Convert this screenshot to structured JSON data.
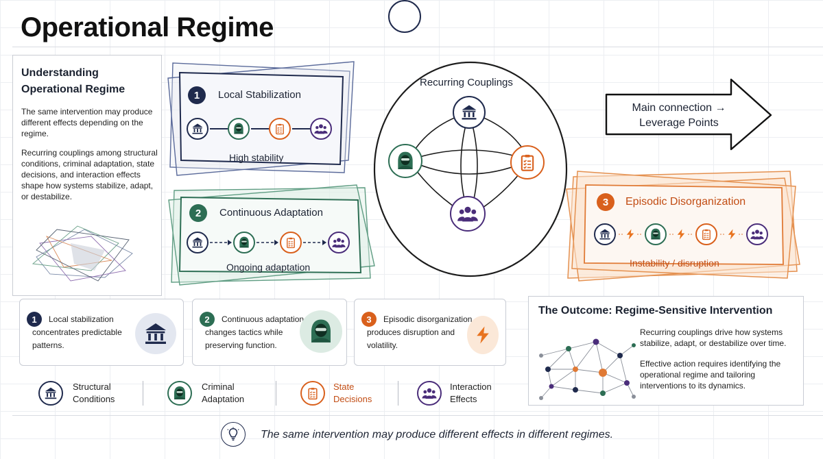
{
  "title": "Operational Regime",
  "info_panel": {
    "heading": "Understanding Operational Regime",
    "para1": "The same intervention may produce different effects depending on the regime.",
    "para2": "Recurring couplings among structural conditions, criminal adaptation, state decisions, and interaction effects shape how systems stabilize, adapt, or destabilize."
  },
  "regimes": [
    {
      "number": "1",
      "title": "Local Stabilization",
      "caption": "High stability",
      "color": "#1f2a4d"
    },
    {
      "number": "2",
      "title": "Continuous Adaptation",
      "caption": "Ongoing adaptation",
      "color": "#2d6e54"
    },
    {
      "number": "3",
      "title": "Episodic Disorganization",
      "caption": "Instability / disruption",
      "color": "#d9601c"
    }
  ],
  "couplings": {
    "title": "Recurring Couplings"
  },
  "arrow": {
    "label": "Main connection → Leverage Points"
  },
  "summary_cards": [
    {
      "number": "1",
      "text": "Local stabilization concentrates predictable patterns.",
      "icon": "bank-icon"
    },
    {
      "number": "2",
      "text": "Continuous adaptation changes tactics while preserving function.",
      "icon": "hooded-figure-icon"
    },
    {
      "number": "3",
      "text": "Episodic disorganization produces disruption and volatility.",
      "icon": "lightning-icon"
    }
  ],
  "outcome": {
    "title": "The Outcome: Regime-Sensitive Intervention",
    "para1": "Recurring couplings drive how systems stabilize, adapt, or destabilize over time.",
    "para2": "Effective action requires identifying the operational regime and tailoring interventions to its dynamics."
  },
  "legend": [
    {
      "line1": "Structural",
      "line2": "Conditions",
      "icon": "bank-icon",
      "color": "#1f2a4d"
    },
    {
      "line1": "Criminal",
      "line2": "Adaptation",
      "icon": "hooded-figure-icon",
      "color": "#2d6e54"
    },
    {
      "line1": "State",
      "line2": "Decisions",
      "icon": "clipboard-icon",
      "color": "#d9601c"
    },
    {
      "line1": "Interaction",
      "line2": "Effects",
      "icon": "group-icon",
      "color": "#4a2d7a"
    }
  ],
  "footer": {
    "text": "The same intervention may produce different effects in different regimes.",
    "icon": "lightbulb-icon"
  },
  "colors": {
    "navy": "#1f2a4d",
    "green": "#2d6e54",
    "orange": "#d9601c",
    "purple": "#4a2d7a"
  }
}
